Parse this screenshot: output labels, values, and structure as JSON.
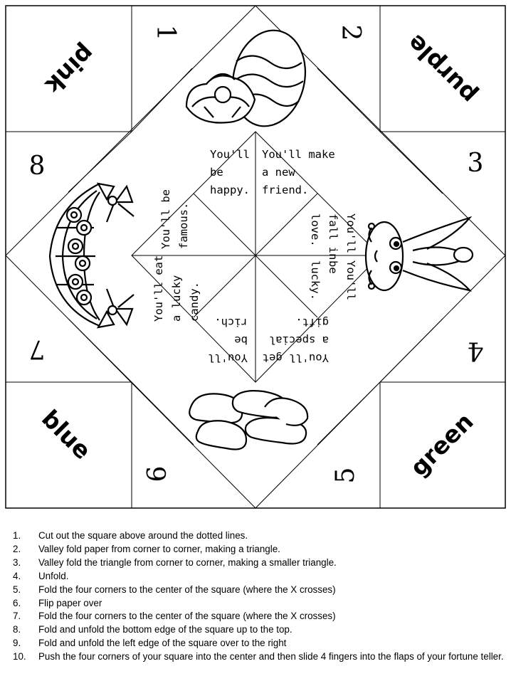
{
  "colors": {
    "pink": "pink",
    "purple": "purple",
    "green": "green",
    "blue": "blue"
  },
  "numbers": {
    "n1": "1",
    "n2": "2",
    "n3": "3",
    "n4": "4",
    "n5": "5",
    "n6": "6",
    "n7": "7",
    "n8": "8"
  },
  "fortunes": {
    "happy": [
      "You'll",
      "be",
      "happy."
    ],
    "friend": [
      "You'll make",
      "a new",
      "friend."
    ],
    "love": [
      "You'll",
      "fall in",
      "love."
    ],
    "lucky": [
      "You'll",
      "be",
      "lucky."
    ],
    "gift": [
      "You'll get",
      "a special",
      "gift."
    ],
    "rich": [
      "You'll",
      "be",
      "rich."
    ],
    "candy": [
      "You'll eat",
      "a lucky",
      "candy."
    ],
    "famous": [
      "You'll be",
      "famous."
    ]
  },
  "pictures": {
    "top": "easter-egg-with-flower",
    "right": "bunny",
    "bottom": "jelly-beans",
    "left": "flower-basket-with-bows"
  },
  "instructions": [
    {
      "n": "1.",
      "text": "Cut out the square above around the dotted lines."
    },
    {
      "n": "2.",
      "text": "Valley fold paper from corner to corner, making a triangle."
    },
    {
      "n": "3.",
      "text": "Valley fold the triangle from corner to corner, making a smaller triangle."
    },
    {
      "n": "4.",
      "text": "Unfold."
    },
    {
      "n": "5.",
      "text": "Fold the four corners to the center of the square (where the X crosses)"
    },
    {
      "n": "6.",
      "text": "Flip paper over"
    },
    {
      "n": "7.",
      "text": "Fold the four corners to the center of the square (where the X crosses)"
    },
    {
      "n": "8.",
      "text": "Fold and unfold the bottom edge of the square up to the top."
    },
    {
      "n": "9.",
      "text": "Fold and unfold the left edge of the square over to the right"
    },
    {
      "n": "10.",
      "text": "Push the four corners of your square into the center and then slide 4 fingers into the flaps of your fortune teller."
    }
  ]
}
